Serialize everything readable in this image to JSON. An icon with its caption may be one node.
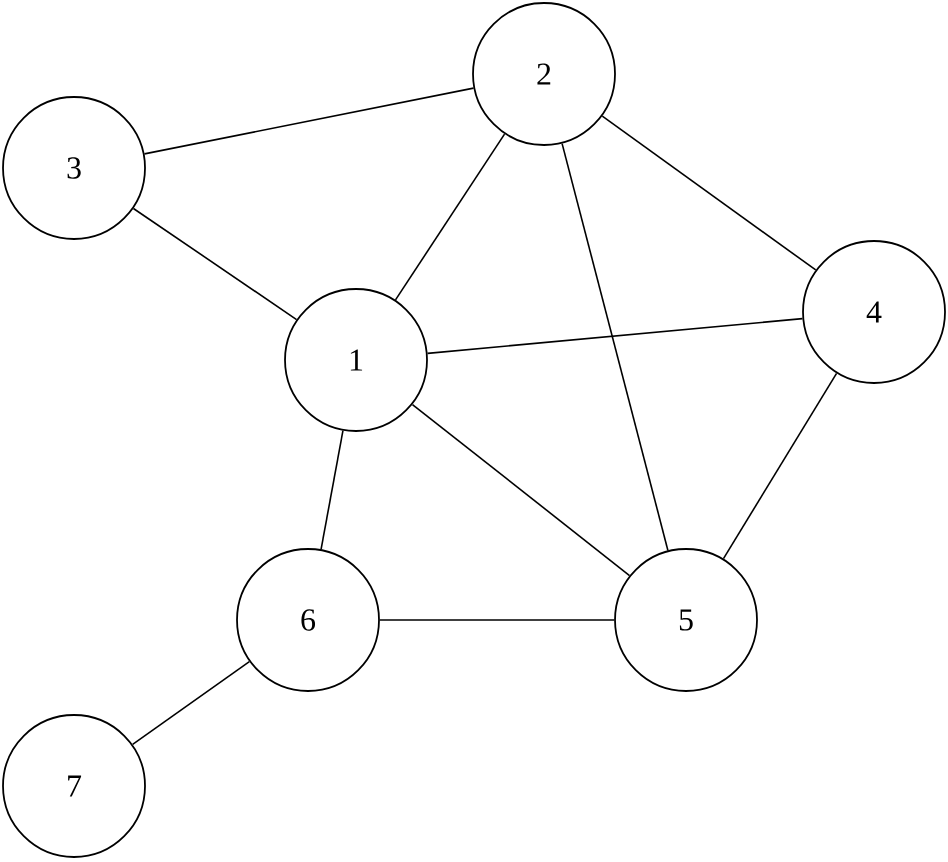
{
  "diagram": {
    "nodes": [
      {
        "text": [
          "1"
        ]
      },
      {
        "text": [
          "2"
        ]
      },
      {
        "text": [
          "3"
        ]
      },
      {
        "text": [
          "4"
        ]
      },
      {
        "text": [
          "5"
        ]
      },
      {
        "text": [
          "6"
        ]
      },
      {
        "text": [
          "7"
        ]
      }
    ],
    "edges": [
      {
        "from": 2,
        "to": 1,
        "arrow": "none"
      },
      {
        "from": 2,
        "to": 0,
        "arrow": "none"
      },
      {
        "from": 1,
        "to": 0,
        "arrow": "none"
      },
      {
        "from": 1,
        "to": 3,
        "arrow": "none"
      },
      {
        "from": 1,
        "to": 4,
        "arrow": "none"
      },
      {
        "from": 0,
        "to": 3,
        "arrow": "none"
      },
      {
        "from": 0,
        "to": 4,
        "arrow": "none"
      },
      {
        "from": 0,
        "to": 5,
        "arrow": "none"
      },
      {
        "from": 5,
        "to": 4,
        "arrow": "none"
      },
      {
        "from": 3,
        "to": 4,
        "arrow": "none"
      },
      {
        "from": 5,
        "to": 6,
        "arrow": "none"
      }
    ]
  }
}
